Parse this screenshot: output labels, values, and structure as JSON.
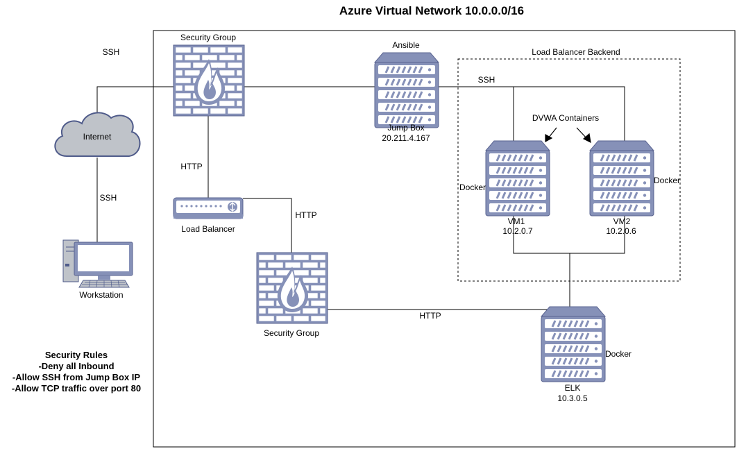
{
  "title": "Azure Virtual Network 10.0.0.0/16",
  "nodes": {
    "internet": {
      "label": "Internet"
    },
    "workstation": {
      "label": "Workstation"
    },
    "security_group_top": {
      "label": "Security Group"
    },
    "security_group_bottom": {
      "label": "Security Group"
    },
    "load_balancer": {
      "label": "Load Balancer"
    },
    "jump_box": {
      "caption": "Ansible",
      "label": "Jump Box",
      "ip": "20.211.4.167"
    },
    "vm1": {
      "label": "VM1",
      "ip": "10.2.0.7",
      "docker": "Docker"
    },
    "vm2": {
      "label": "VM2",
      "ip": "10.2.0.6",
      "docker": "Docker"
    },
    "elk": {
      "label": "ELK",
      "ip": "10.3.0.5",
      "docker": "Docker"
    }
  },
  "backend_pool": {
    "label": "Load Balancer Backend",
    "containers_label": "DVWA Containers"
  },
  "edges": {
    "ssh_top": "SSH",
    "ssh_workstation": "SSH",
    "ssh_backend": "SSH",
    "http_sg_to_lb": "HTTP",
    "http_lb_to_sg": "HTTP",
    "http_sg_to_elk": "HTTP"
  },
  "security_rules": {
    "title": "Security Rules",
    "items": [
      "-Deny all Inbound",
      "-Allow SSH from Jump Box IP",
      "-Allow TCP traffic over port 80"
    ]
  },
  "colors": {
    "device_fill": "#8691B8",
    "device_stroke": "#5A6491",
    "cloud_fill": "#BFC3C9",
    "cloud_stroke": "#4F5B8A",
    "line": "#000000"
  }
}
